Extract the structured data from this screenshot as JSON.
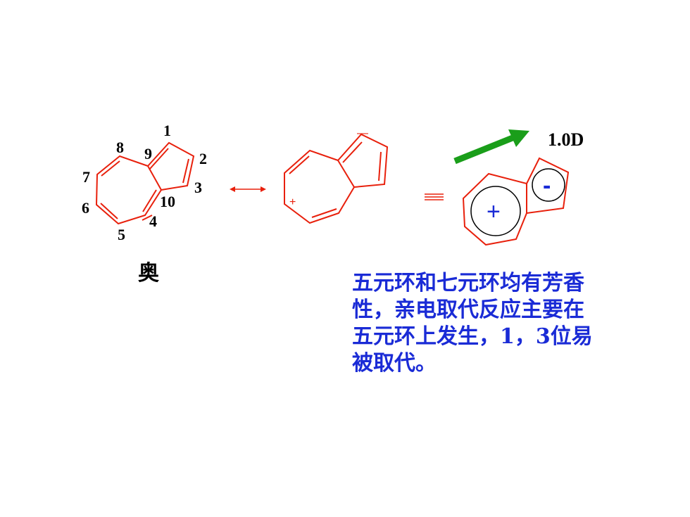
{
  "numbering": {
    "n1": "1",
    "n2": "2",
    "n3": "3",
    "n4": "4",
    "n5": "5",
    "n6": "6",
    "n7": "7",
    "n8": "8",
    "n9": "9",
    "n10": "10"
  },
  "compound_name": "奥",
  "resonance_charges": {
    "minus": "—",
    "plus": "+"
  },
  "dipole_model": {
    "plus": "+",
    "minus": "-",
    "moment": "1.0D"
  },
  "description_lines": [
    "五元环和七元环均有芳香",
    "性，亲电取代反应主要在",
    "五元环上发生，1，3位易",
    "被取代。"
  ],
  "colors": {
    "bond": "#e8200c",
    "arrow": "#1a9e1a",
    "text_blue": "#1a2bd6",
    "charge_blue": "#1a2bd6"
  }
}
